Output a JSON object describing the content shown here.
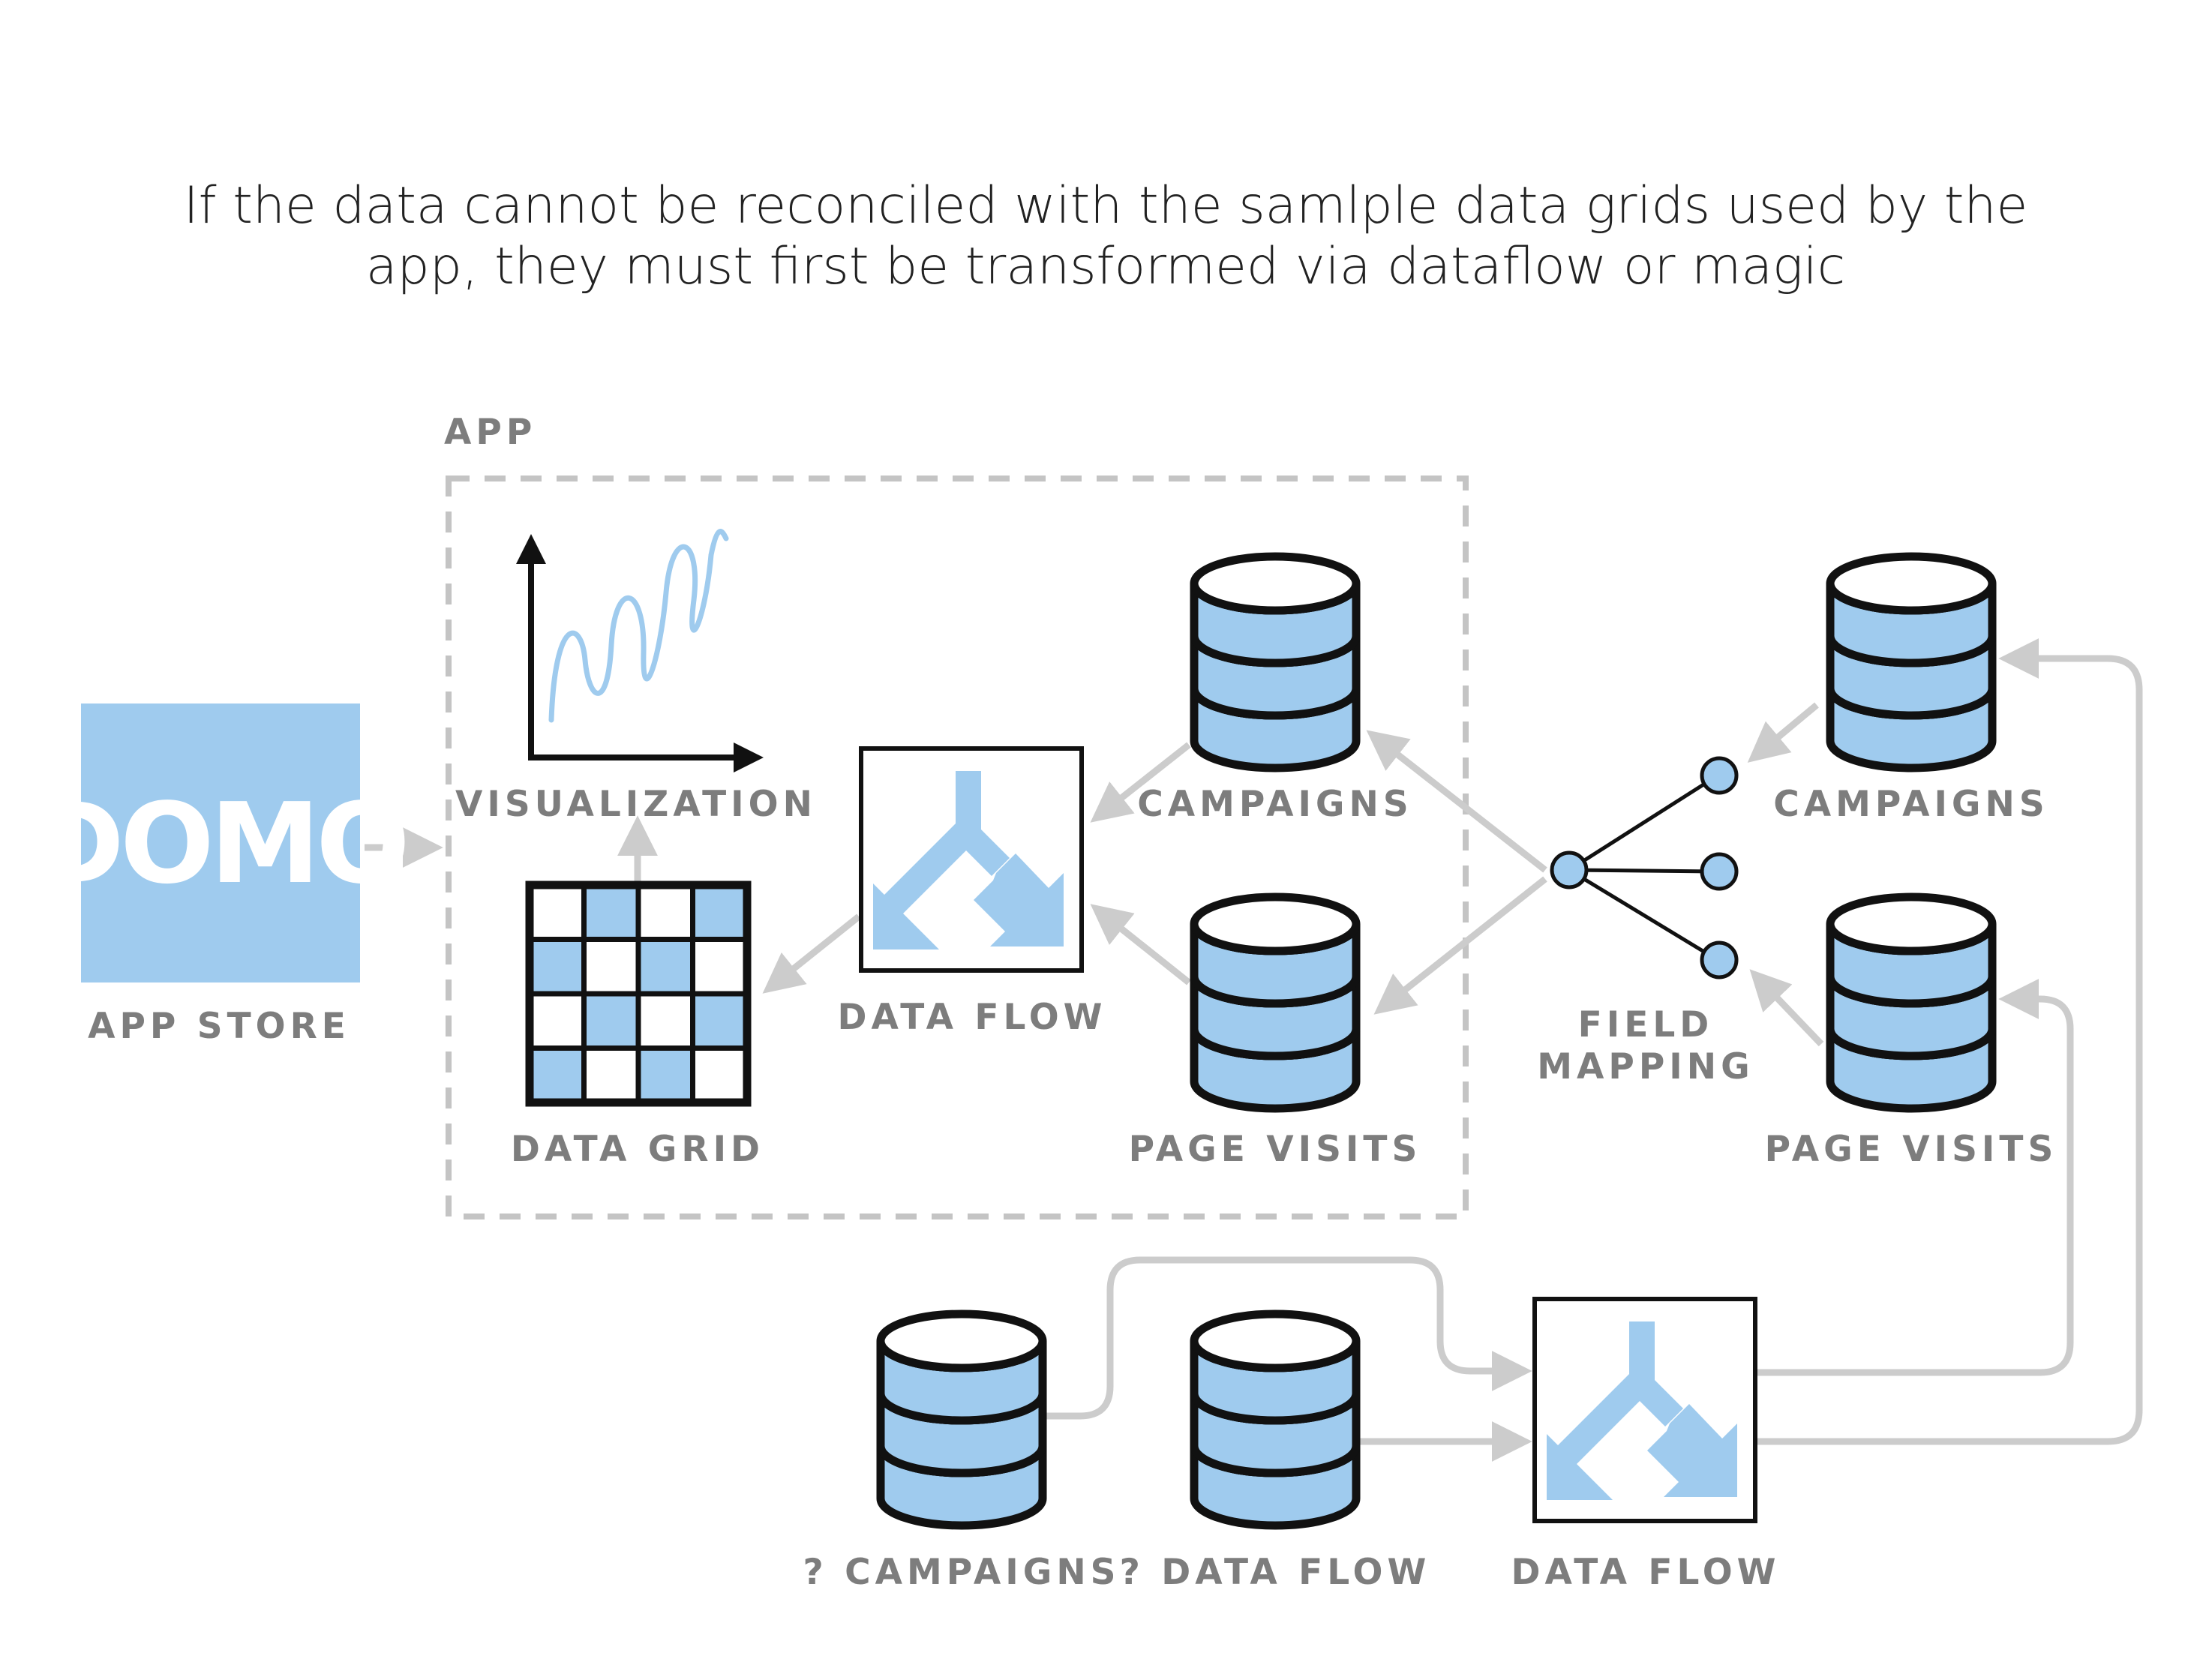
{
  "title": {
    "line1": "If the data cannot be reconciled with the samlple data grids used by the",
    "line2": "app, they must first be transformed via dataflow or magic"
  },
  "app_box": {
    "label": "APP"
  },
  "nodes": {
    "app_store": {
      "logo": "DOMO",
      "label": "APP STORE",
      "icon": "domo-logo"
    },
    "visualization": {
      "label": "VISUALIZATION",
      "icon": "line-chart-icon"
    },
    "data_grid": {
      "label": "DATA GRID",
      "icon": "grid-icon"
    },
    "data_flow_app": {
      "label": "DATA FLOW",
      "icon": "dataflow-icon"
    },
    "campaigns_app": {
      "label": "CAMPAIGNS",
      "icon": "database-icon"
    },
    "page_visits_app": {
      "label": "PAGE VISITS",
      "icon": "database-icon"
    },
    "field_mapping": {
      "label_line1": "FIELD",
      "label_line2": "MAPPING",
      "icon": "field-mapping-icon"
    },
    "campaigns_src": {
      "label": "CAMPAIGNS",
      "icon": "database-icon"
    },
    "page_visits_src": {
      "label": "PAGE VISITS",
      "icon": "database-icon"
    },
    "q_campaigns": {
      "label": "? CAMPAIGNS",
      "icon": "database-icon"
    },
    "q_data_flow": {
      "label": "? DATA FLOW",
      "icon": "database-icon"
    },
    "data_flow_bottom": {
      "label": "DATA FLOW",
      "icon": "dataflow-icon"
    }
  },
  "colors": {
    "accent_blue": "#9fcbee",
    "outline": "#111111",
    "arrow_gray": "#cccccc",
    "dash_gray": "#c4c4c4",
    "label_gray": "#7d7d7d",
    "title_text": "#222222"
  }
}
